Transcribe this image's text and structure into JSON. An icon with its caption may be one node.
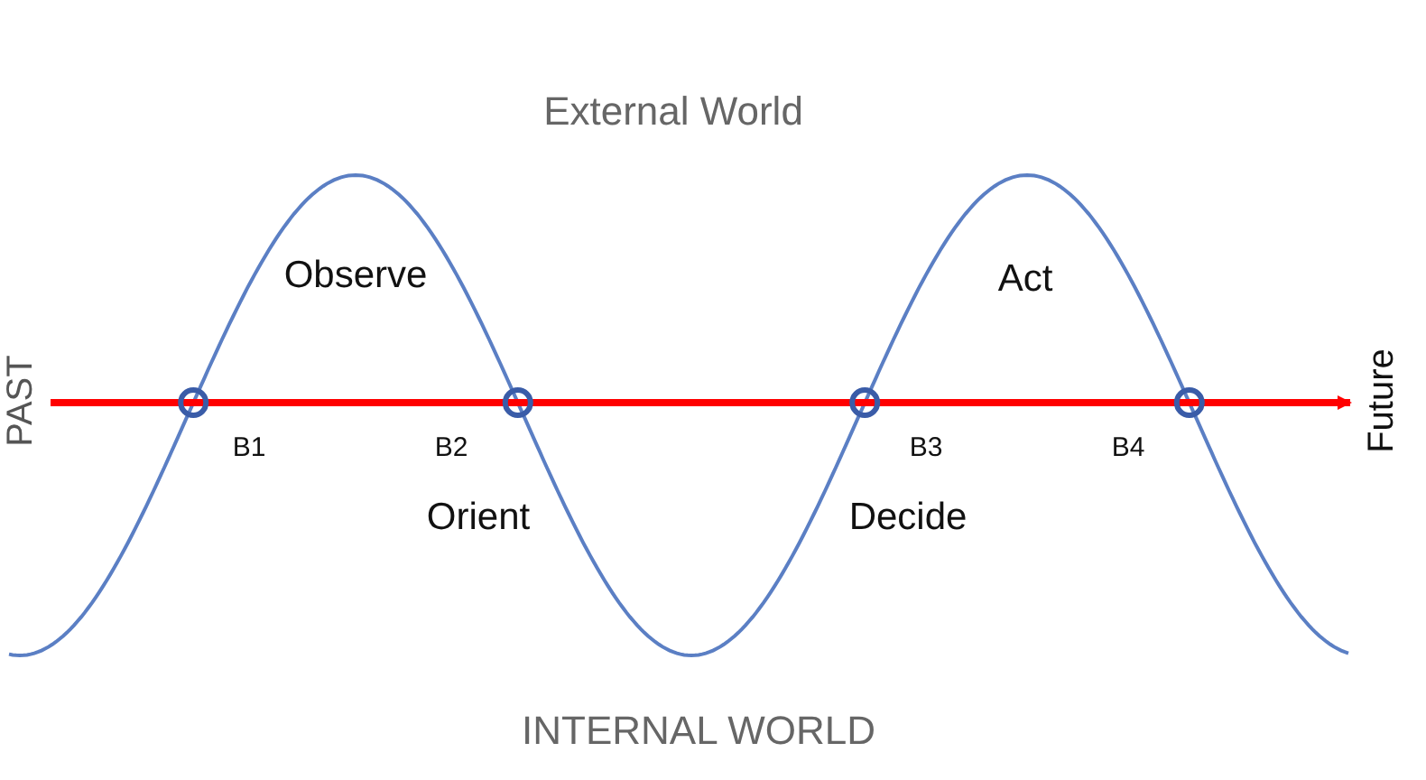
{
  "diagram": {
    "labels": [
      "External World",
      "Observe",
      "Act",
      "PAST",
      "Future",
      "B1",
      "B2",
      "B3",
      "B4",
      "Orient",
      "Decide",
      "INTERNAL WORLD"
    ]
  }
}
